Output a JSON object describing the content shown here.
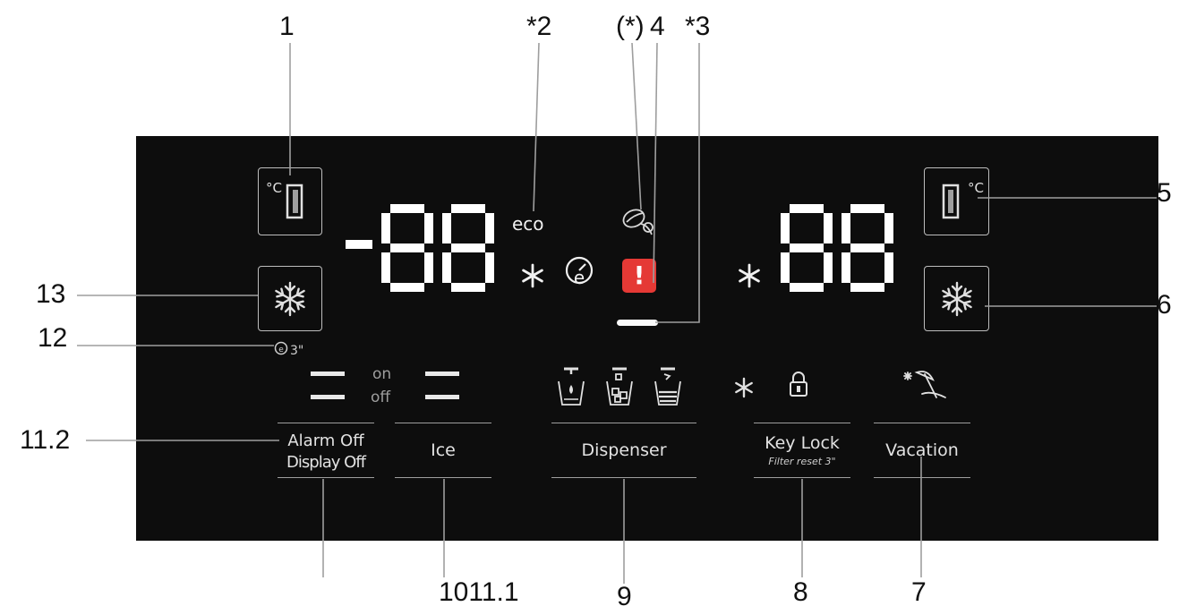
{
  "callouts": {
    "c1": "1",
    "c2": "*2",
    "c_star": "(*)",
    "c4": "4",
    "c3": "*3",
    "c5": "5",
    "c13": "13",
    "c6": "6",
    "c12": "12",
    "c11_2": "11.2",
    "c10_11_1": "1011.1",
    "c9": "9",
    "c8": "8",
    "c7": "7"
  },
  "panel": {
    "left_temp_unit": "°C",
    "right_temp_unit": "°C",
    "left_display": "-88",
    "right_display": "88",
    "eco_label": "eco",
    "ecoboost_timer": "3\"",
    "on_label": "on",
    "off_label": "off",
    "buttons": {
      "alarm_line1": "Alarm Off",
      "alarm_line2": "Display Off",
      "ice": "Ice",
      "dispenser": "Dispenser",
      "key_lock": "Key Lock",
      "filter_reset": "Filter reset 3\"",
      "vacation": "Vacation"
    }
  },
  "colors": {
    "panel_bg": "#0d0d0d",
    "segment_on": "#ffffff",
    "alert_red": "#e53935",
    "line_gray": "#9e9e9e"
  },
  "icons": [
    "fridge-temp-icon",
    "freezer-temp-icon",
    "snowflake-icon",
    "ecoboost-icon",
    "alert-icon",
    "filter-icon",
    "water-dispense-icon",
    "cubed-ice-icon",
    "crushed-ice-icon",
    "lock-icon",
    "vacation-icon"
  ]
}
